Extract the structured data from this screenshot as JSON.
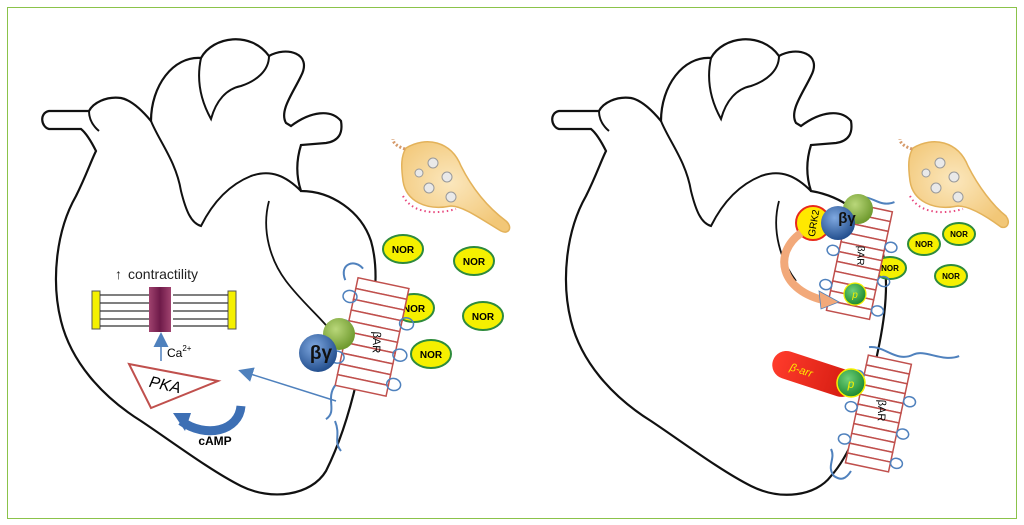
{
  "left_panel": {
    "contractility_arrow": "↑",
    "contractility_label": "contractility",
    "ca_label": "Ca",
    "ca_charge": "2+",
    "pka_label": "PKA",
    "camp_label": "cAMP",
    "beta_gamma_label": "βγ",
    "receptor_label": "βAR",
    "nor_labels": [
      "NOR",
      "NOR",
      "NOR",
      "NOR",
      "NOR"
    ]
  },
  "right_panel": {
    "grk2_label": "GRK2",
    "beta_gamma_label": "βγ",
    "receptor_top_label": "βAR",
    "receptor_bottom_label": "βAR",
    "phospho_top_label": "p",
    "phospho_bottom_label": "p",
    "beta_arrestin_label": "β-arr",
    "nor_labels": [
      "NOR",
      "NOR",
      "NOR",
      "NOR"
    ]
  },
  "colors": {
    "frame_border": "#8bc34a",
    "nor_fill": "#f5f000",
    "receptor_stroke": "#c0504d",
    "gamma_green": "#8db34a",
    "beta_blue": "#3d6fb4",
    "grk2_yellow": "#ffe800",
    "arrestin_red": "#e8291c",
    "phospho_green": "#3aa14a",
    "nerve_fill": "#f7d99a",
    "sarcomere_purple": "#7b2254",
    "arrow_blue": "#4f81bd"
  }
}
